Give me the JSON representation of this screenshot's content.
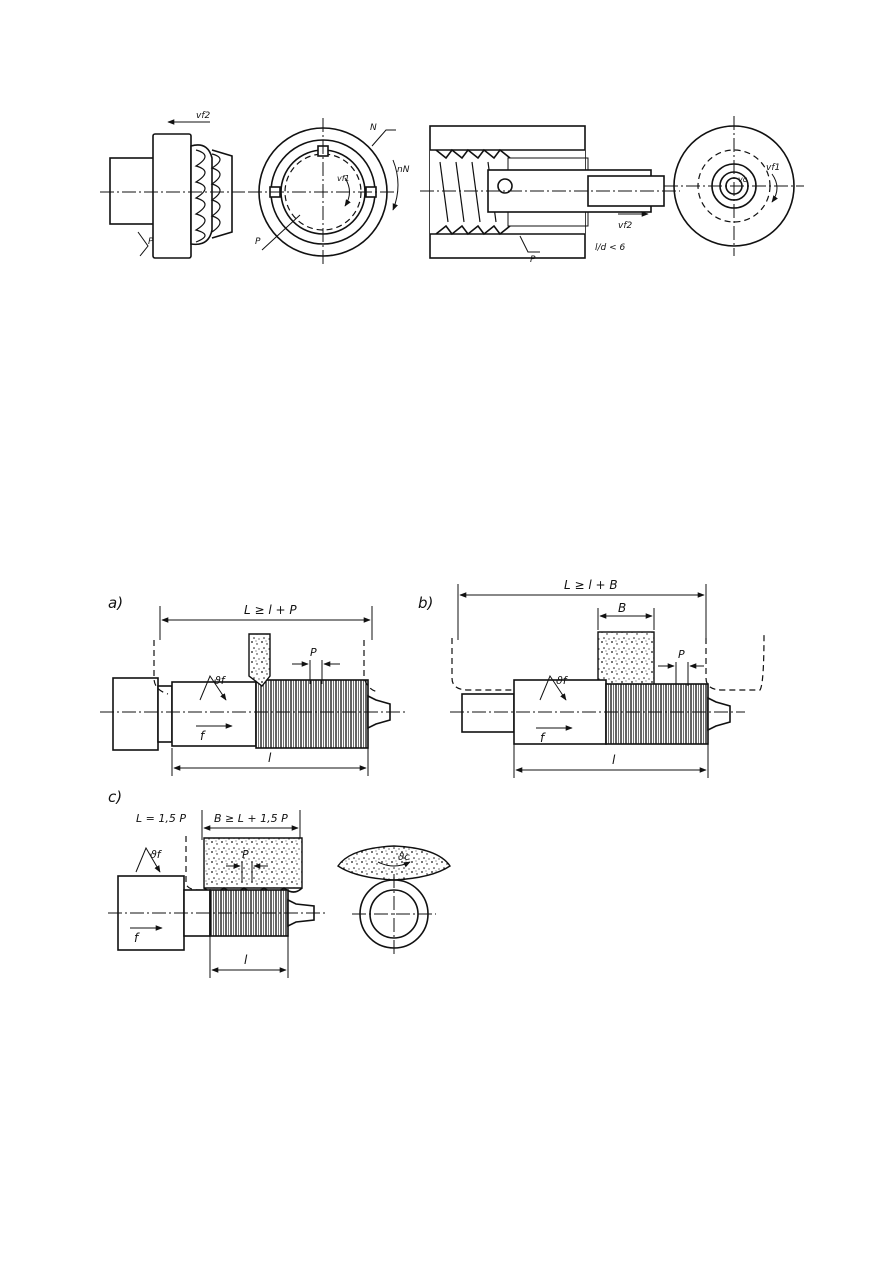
{
  "top_figure": {
    "labels": {
      "vf2_left": "vf2",
      "p_left": "P",
      "n_ring": "N",
      "nn": "nN",
      "vf1_ring": "vf1",
      "p_ring": "P",
      "vf2_right": "vf2",
      "p_right": "P",
      "ratio": "l/d < 6",
      "vf1_right": "vf1",
      "vc_right": "vc"
    }
  },
  "figure_a": {
    "tag": "a)",
    "length_formula": "L ≥ l + P",
    "pitch": "P",
    "speed": "ϑf",
    "feed": "f",
    "length": "l"
  },
  "figure_b": {
    "tag": "b)",
    "length_formula": "L ≥ l + B",
    "wheel_width": "B",
    "pitch": "P",
    "speed": "ϑf",
    "feed": "f",
    "length": "l"
  },
  "figure_c": {
    "tag": "c)",
    "length_formula": "L = 1,5 P",
    "wheel_formula": "B ≥ L + 1,5 P",
    "pitch": "P",
    "speed": "ϑf",
    "feed": "f",
    "length": "l",
    "wheel_speed": "ϑc"
  }
}
